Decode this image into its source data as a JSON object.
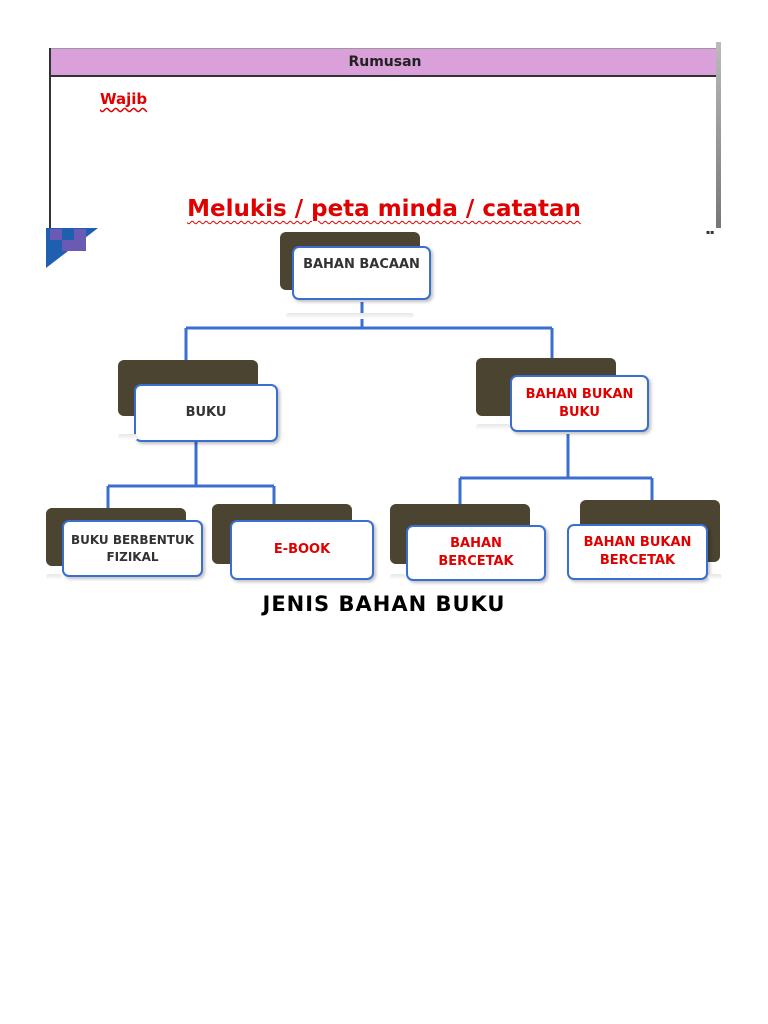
{
  "form": {
    "header": "Rumusan",
    "wajib_label": "Wajib",
    "instruction": "Melukis / peta minda / catatan"
  },
  "diagram": {
    "root": "BAHAN BACAAN",
    "level1": {
      "left": "BUKU",
      "right": "BAHAN BUKAN BUKU"
    },
    "level2": {
      "buku_fizikal": "BUKU BERBENTUK FIZIKAL",
      "ebook": "E-BOOK",
      "bercetak": "BAHAN BERCETAK",
      "bukan_bercetak": "BAHAN BUKAN BERCETAK"
    },
    "caption": "JENIS BAHAN BUKU"
  },
  "colors": {
    "header_bg": "#d9a0d9",
    "accent_red": "#e00000",
    "node_border": "#3a6fd0",
    "node_back": "#4a4430"
  }
}
